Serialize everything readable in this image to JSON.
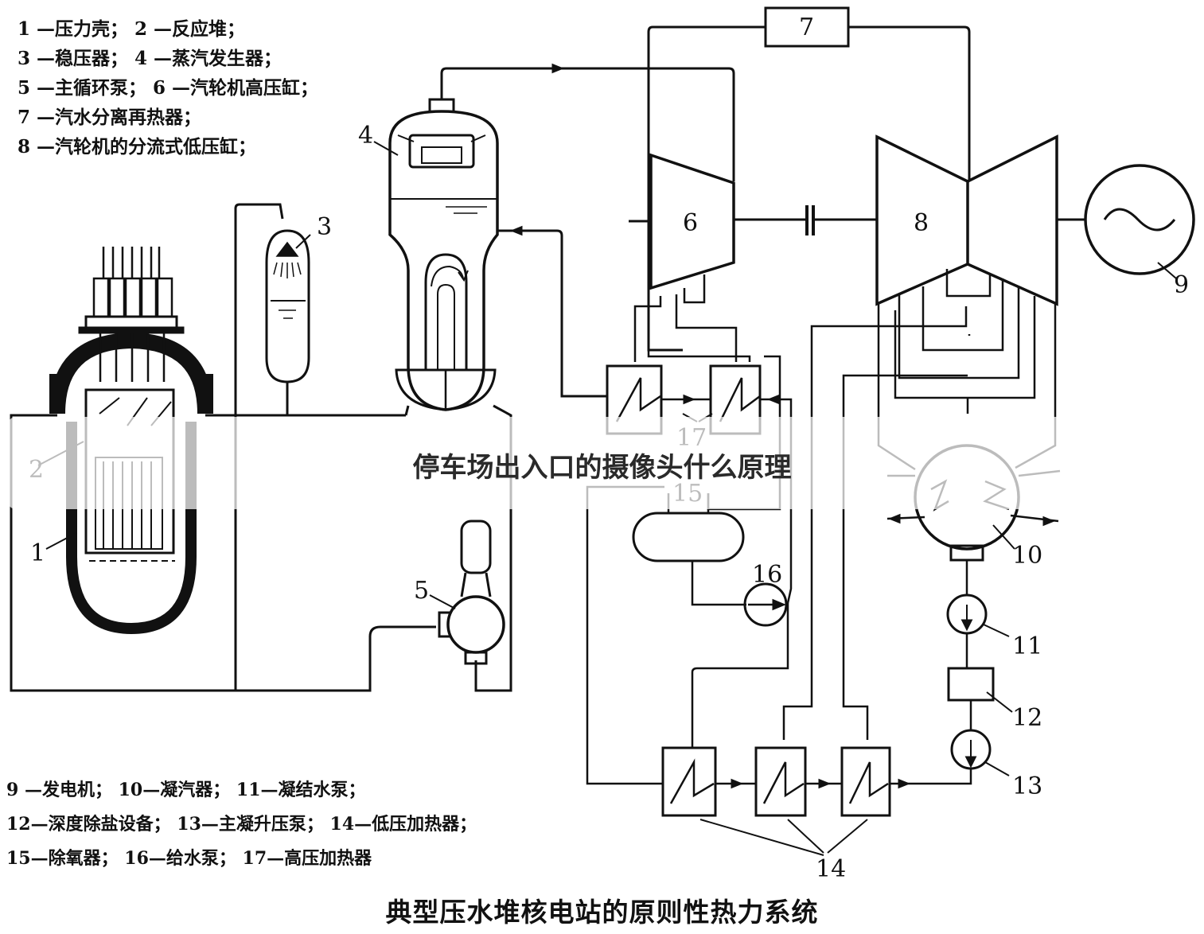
{
  "legend_top": [
    "1 —压力壳； 2 —反应堆；",
    "3 —稳压器； 4 —蒸汽发生器；",
    "5 —主循环泵； 6 —汽轮机高压缸；",
    "7 —汽水分离再热器；",
    "8 —汽轮机的分流式低压缸；"
  ],
  "legend_bottom": [
    "9 —发电机； 10—凝汽器； 11—凝结水泵；",
    "12—深度除盐设备； 13—主凝升压泵； 14—低压加热器；",
    "15—除氧器； 16—给水泵； 17—高压加热器"
  ],
  "labels": {
    "n1": "1",
    "n2": "2",
    "n3": "3",
    "n4": "4",
    "n5": "5",
    "n6": "6",
    "n7": "7",
    "n8": "8",
    "n9": "9",
    "n10": "10",
    "n11": "11",
    "n12": "12",
    "n13": "13",
    "n14": "14",
    "n15": "15",
    "n16": "16",
    "n17": "17"
  },
  "caption": "典型压水堆核电站的原则性热力系统",
  "overlay_title": "停车场出入口的摄像头什么原理"
}
